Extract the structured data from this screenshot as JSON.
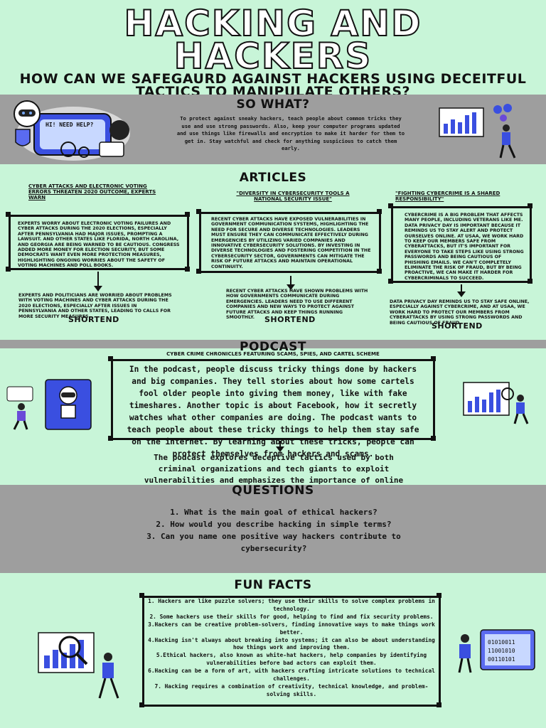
{
  "title": {
    "line1": "HACKING AND",
    "line2": "HACKERS"
  },
  "subtitle": "HOW CAN WE SAFEGAURD AGAINST HACKERS USING DECEITFUL TACTICS TO MANIPULATE OTHERS?",
  "so_what": {
    "heading": "SO WHAT?",
    "text": "To protect against sneaky hackers, teach people about common tricks they use and use strong passwords. Also, keep your computer programs updated and use things like firewalls and encryption to make it harder for them to get in. Stay watchful and check for anything suspicious to catch them early.",
    "robot_bubble": "HI! NEED HELP?"
  },
  "articles": {
    "heading": "ARTICLES",
    "items": [
      {
        "title": "CYBER ATTACKS AND ELECTRONIC VOTING ERRORS THREATEN 2020 OUTCOME, EXPERTS WARN",
        "body": "EXPERTS WORRY ABOUT ELECTRONIC VOTING FAILURES AND CYBER ATTACKS DURING THE 2020 ELECTIONS, ESPECIALLY AFTER PENNSYLVANIA HAD MAJOR ISSUES, PROMPTING A LAWSUIT. AND OTHER STATES LIKE FLORIDA, NORTH CAROLINA, AND GEORGIA ARE BEING WARNED TO BE CAUTIOUS. CONGRESS ADDED MORE MONEY FOR ELECTION SECURITY, BUT SOME DEMOCRATS WANT EVEN MORE PROTECTION MEASURES, HIGHLIGHTING ONGOING WORRIES ABOUT THE SAFETY OF VOTING MACHINES AND POLL BOOKS.",
        "short": "EXPERTS AND POLITICIANS ARE WORRIED ABOUT PROBLEMS WITH VOTING MACHINES AND CYBER ATTACKS DURING THE 2020 ELECTIONS, ESPECIALLY AFTER ISSUES IN PENNSYLVANIA AND OTHER STATES, LEADING TO CALLS FOR MORE SECURITY MEASURES.",
        "short_label": "SHORTEND"
      },
      {
        "title": "\"DIVERSITY IN CYBERSECURITY TOOLS A NATIONAL SECURITY ISSUE\"",
        "body": "RECENT CYBER ATTACKS HAVE EXPOSED VULNERABILITIES IN GOVERNMENT COMMUNICATION SYSTEMS, HIGHLIGHTING THE NEED FOR SECURE AND DIVERSE TECHNOLOGIES. LEADERS MUST ENSURE THEY CAN COMMUNICATE EFFECTIVELY DURING EMERGENCIES BY UTILIZING VARIED COMPANIES AND INNOVATIVE CYBERSECURITY SOLUTIONS. BY INVESTING IN DIVERSE TECHNOLOGIES AND FOSTERING COMPETITION IN THE CYBERSECURITY SECTOR, GOVERNMENTS CAN MITIGATE THE RISK OF FUTURE ATTACKS AND MAINTAIN OPERATIONAL CONTINUITY.",
        "short": "RECENT CYBER ATTACKS HAVE SHOWN PROBLEMS WITH HOW GOVERNMENTS COMMUNICATE DURING EMERGENCIES. LEADERS NEED TO USE DIFFERENT COMPANIES AND NEW WAYS TO PROTECT AGAINST FUTURE ATTACKS AND KEEP THINGS RUNNING SMOOTHLY.",
        "short_label": "SHORTEND"
      },
      {
        "title": "\"FIGHTING CYBERCRIME IS A SHARED RESPONSIBILITY\"",
        "body": "CYBERCRIME IS A BIG PROBLEM THAT AFFECTS MANY PEOPLE, INCLUDING VETERANS LIKE ME. DATA PRIVACY DAY IS IMPORTANT BECAUSE IT REMINDS US TO STAY ALERT AND PROTECT OURSELVES ONLINE. AT USAA, WE WORK HARD TO KEEP OUR MEMBERS SAFE FROM CYBERATTACKS, BUT IT'S IMPORTANT FOR EVERYONE TO TAKE STEPS LIKE USING STRONG PASSWORDS AND BEING CAUTIOUS OF PHISHING EMAILS. WE CAN'T COMPLETELY ELIMINATE THE RISK OF FRAUD, BUT BY BEING PROACTIVE, WE CAN MAKE IT HARDER FOR CYBERCRIMINALS TO SUCCEED.",
        "short": "DATA PRIVACY DAY REMINDS US TO STAY SAFE ONLINE, ESPECIALLY AGAINST CYBERCRIME, AND AT USAA, WE WORK HARD TO PROTECT OUR MEMBERS FROM CYBERATTACKS BY USING STRONG PASSWORDS AND BEING CAUTIOUS OF FRAUD.",
        "short_label": "SHORTEND"
      }
    ]
  },
  "podcast": {
    "heading": "PODCAST",
    "subheading": "CYBER CRIME CHRONICLES FEATURING SCAMS, SPIES, AND CARTEL SCHEME",
    "body": "In the podcast, people discuss tricky things done by hackers and big companies. They tell stories about how some cartels fool older people into giving them money, like with fake timeshares. Another topic is about Facebook, how it secretly watches what other companies are doing. The podcast wants to teach people about these tricky things to help them stay safe on the internet. By learning about these tricks, people can protect themselves from hackers and scams.",
    "summary": "The podcast explores deceptive tactics used by both criminal organizations and tech giants to exploit vulnerabilities and emphasizes the importance of online safety education."
  },
  "questions": {
    "heading": "QUESTIONS",
    "items": [
      "1. What is the main goal of ethical hackers?",
      "2. How would you describe hacking in simple terms?",
      "3. Can you name one positive way hackers contribute to cybersecurity?"
    ]
  },
  "fun_facts": {
    "heading": "FUN FACTS",
    "items": [
      "1. Hackers are like puzzle solvers; they use their skills to solve complex problems in technology.",
      "2. Some hackers use their skills for good, helping to find and fix security problems.",
      "3.Hackers can be creative problem-solvers, finding innovative ways to make things work better.",
      "4.Hacking isn't always about breaking into systems; it can also be about understanding how things work and improving them.",
      "5.Ethical hackers, also known as white-hat hackers, help companies by identifying vulnerabilities before bad actors can exploit them.",
      "6.Hacking can be a form of art, with hackers crafting intricate solutions to technical challenges.",
      "7. Hacking requires a combination of creativity, technical knowledge, and problem-solving skills."
    ]
  },
  "colors": {
    "background": "#c8f5d8",
    "band": "#9e9e9e",
    "ink": "#111111",
    "accent_blue": "#3a4fe0",
    "accent_purple": "#6a4ad8"
  }
}
